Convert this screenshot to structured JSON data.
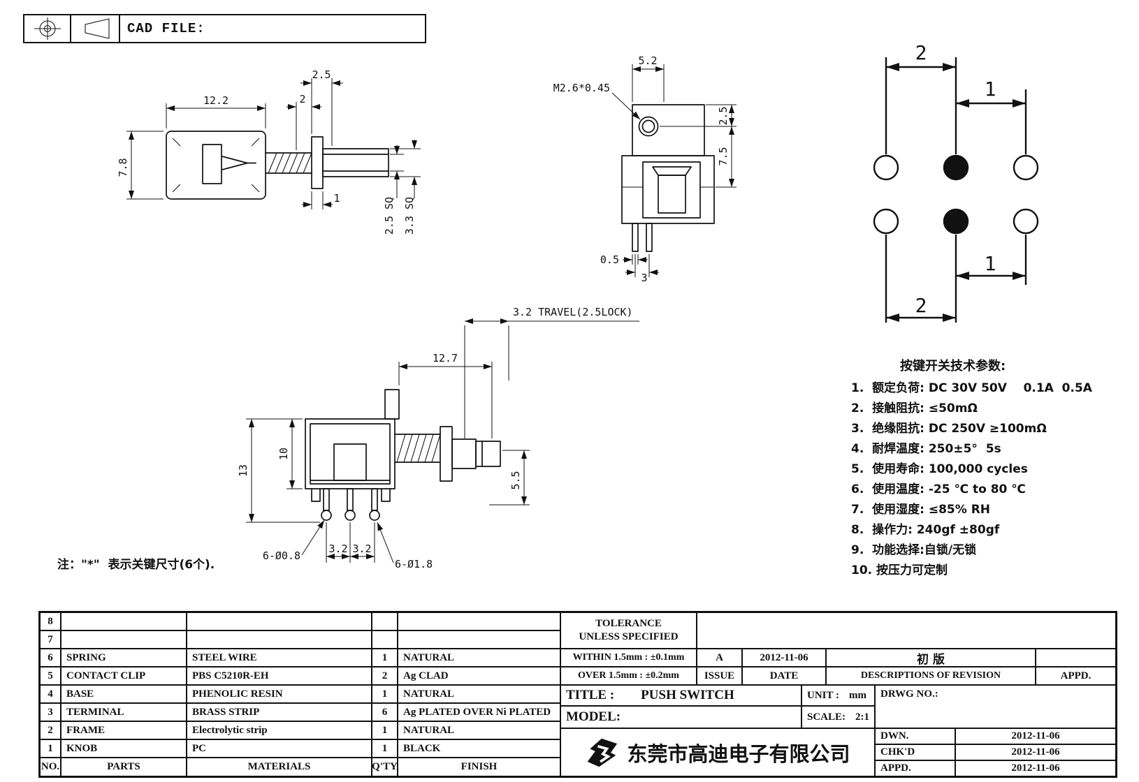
{
  "cad_header": {
    "label": "CAD FILE:"
  },
  "side_view": {
    "w122": "12.2",
    "d25": "2.5",
    "d2": "2",
    "h78": "7.8",
    "d1": "1",
    "sq25": "2.5 SQ",
    "sq33": "3.3 SQ"
  },
  "front_view": {
    "w52": "5.2",
    "thread": "M2.6*0.45",
    "d25": "2.5",
    "d75": "7.5",
    "d05": "0.5",
    "d3": "3"
  },
  "pcb_view": {
    "top2": "2",
    "top1": "1",
    "bot1": "1",
    "bot2": "2"
  },
  "main_view": {
    "travel": "3.2 TRAVEL(2.5LOCK)",
    "w127": "12.7",
    "h13": "13",
    "h10": "10",
    "h55": "5.5",
    "hole08": "6-Ø0.8",
    "p32a": "3.2",
    "p32b": "3.2",
    "hole18": "6-Ø1.8"
  },
  "note": "注：\"*\"  表示关键尺寸(6个).",
  "specs": {
    "title": "按键开关技术参数:",
    "items": [
      "1.  额定负荷: DC 30V 50V    0.1A  0.5A",
      "2.  接触阻抗: ≤50mΩ",
      "3.  绝缘阻抗: DC 250V ≥100mΩ",
      "4.  耐焊温度: 250±5°  5s",
      "5.  使用寿命: 100,000 cycles",
      "6.  使用温度: -25 ℃ to 80 ℃",
      "7.  使用湿度: ≤85% RH",
      "8.  操作力: 240gf ±80gf",
      "9.  功能选择:自锁/无锁",
      "10. 按压力可定制"
    ]
  },
  "parts_table": {
    "headers": {
      "no": "NO.",
      "parts": "PARTS",
      "materials": "MATERIALS",
      "qty": "Q'TY",
      "finish": "FINISH"
    },
    "rows": [
      {
        "no": "8",
        "parts": "",
        "materials": "",
        "qty": "",
        "finish": ""
      },
      {
        "no": "7",
        "parts": "",
        "materials": "",
        "qty": "",
        "finish": ""
      },
      {
        "no": "6",
        "parts": "SPRING",
        "materials": "STEEL WIRE",
        "qty": "1",
        "finish": "NATURAL"
      },
      {
        "no": "5",
        "parts": "CONTACT CLIP",
        "materials": "PBS C5210R-EH",
        "qty": "2",
        "finish": "Ag CLAD"
      },
      {
        "no": "4",
        "parts": "BASE",
        "materials": "PHENOLIC RESIN",
        "qty": "1",
        "finish": "NATURAL"
      },
      {
        "no": "3",
        "parts": "TERMINAL",
        "materials": "BRASS STRIP",
        "qty": "6",
        "finish": "Ag PLATED OVER Ni PLATED"
      },
      {
        "no": "2",
        "parts": "FRAME",
        "materials": "Electrolytic strip",
        "qty": "1",
        "finish": "NATURAL"
      },
      {
        "no": "1",
        "parts": "KNOB",
        "materials": "PC",
        "qty": "1",
        "finish": "BLACK"
      }
    ]
  },
  "title_block": {
    "tolerance_line1": "TOLERANCE",
    "tolerance_line2": "UNLESS  SPECIFIED",
    "within": "WITHIN 1.5mm : ±0.1mm",
    "over": "OVER 1.5mm : ±0.2mm",
    "issue_value": "A",
    "issue_label": "ISSUE",
    "date_value": "2012-11-06",
    "date_label": "DATE",
    "revision_value": "初 版",
    "revision_label": "DESCRIPTIONS OF REVISION",
    "appd_label": "APPD.",
    "title_label": "TITLE :",
    "title_value": "PUSH SWITCH",
    "model_label": "MODEL:",
    "unit_label": "UNIT :",
    "unit_value": "mm",
    "scale_label": "SCALE:",
    "scale_value": "2:1",
    "drwg_label": "DRWG NO.:",
    "company_name": "东莞市高迪电子有限公司",
    "sign_rows": [
      {
        "label": "DWN.",
        "date": "2012-11-06"
      },
      {
        "label": "CHK'D",
        "date": "2012-11-06"
      },
      {
        "label": "APPD.",
        "date": "2012-11-06"
      }
    ]
  }
}
